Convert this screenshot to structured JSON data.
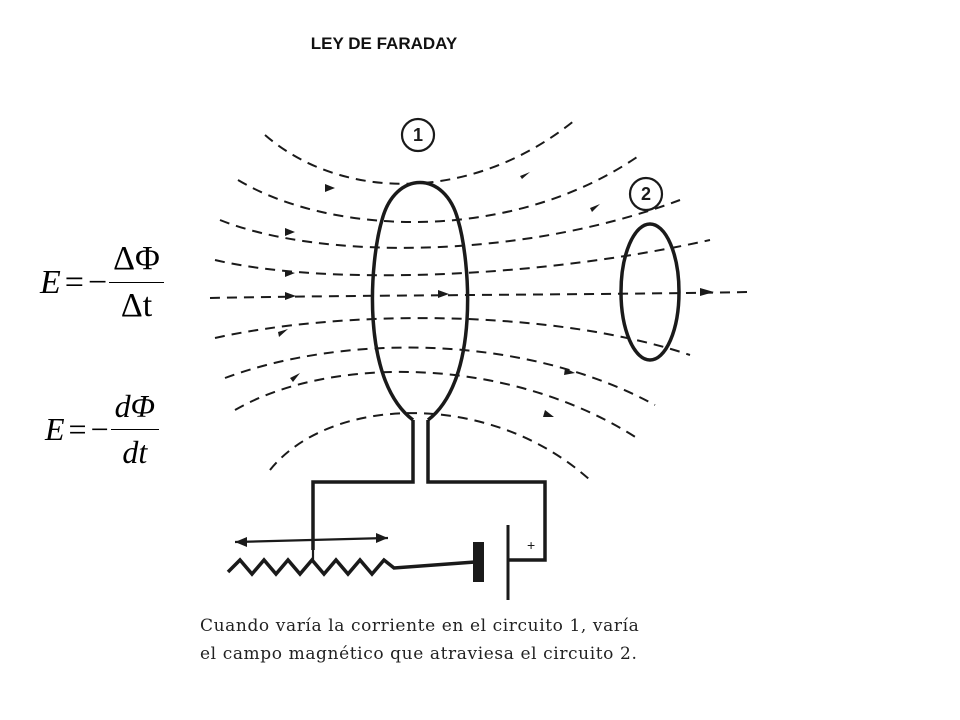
{
  "title": "LEY DE FARADAY",
  "formula1": {
    "lhs": "E",
    "equals": "=",
    "sign": "−",
    "numerator": "ΔΦ",
    "denominator": "Δt"
  },
  "formula2": {
    "lhs": "E",
    "equals": "=",
    "sign": "−",
    "numerator": "dΦ",
    "denominator": "dt"
  },
  "diagram": {
    "circuit1_label": "1",
    "circuit2_label": "2",
    "battery_plus": "+",
    "line_color": "#1a1a1a"
  },
  "caption": {
    "line1": "Cuando varía la corriente en el circuito 1, varía",
    "line2": "el campo magnético que atraviesa el circuito 2."
  }
}
